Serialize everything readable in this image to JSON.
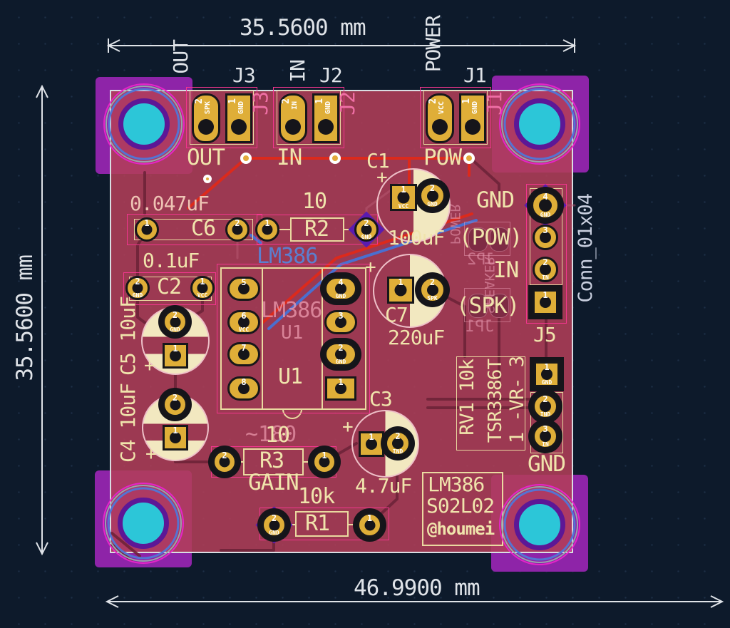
{
  "dimensions": {
    "top": "35.5600 mm",
    "left": "35.5600 mm",
    "bottom": "46.9900 mm"
  },
  "header": {
    "out": "OUT",
    "j3": "J3",
    "in": "IN",
    "j2": "J2",
    "power": "POWER",
    "j1": "J1"
  },
  "net_row": {
    "out": "OUT",
    "in": "IN",
    "pow": "POW"
  },
  "j3": {
    "pad2_num": "2",
    "pad2_net": "SPK",
    "pad1_num": "1",
    "pad1_net": "GND",
    "ref": "J3"
  },
  "j2": {
    "pad2_num": "2",
    "pad2_net": "IN",
    "pad1_num": "1",
    "pad1_net": "GND",
    "ref": "J2"
  },
  "j1": {
    "pad2_num": "2",
    "pad2_net": "VCC",
    "pad1_num": "1",
    "pad1_net": "GND",
    "ref": "J1"
  },
  "c6": {
    "ref": "C6",
    "value": "0.047uF",
    "pad1_num": "1",
    "pad2_num": "2"
  },
  "r2": {
    "ref": "R2",
    "value": "10",
    "pad1_num": "1",
    "pad2_num": "2",
    "pad2_net": "GND"
  },
  "c2": {
    "ref": "C2",
    "value": "0.1uF",
    "pad2_num": "2",
    "pad2_net": "GND",
    "pad1_num": "1",
    "pad1_net": "VCC"
  },
  "c1": {
    "ref": "C1",
    "value": "100uF",
    "plus": "+",
    "pad1_num": "1",
    "pad1_net": "VCC",
    "pad2_num": "2",
    "pad2_net": "GND"
  },
  "c7": {
    "ref": "C7",
    "value": "220uF",
    "plus": "+",
    "pad1_num": "1",
    "pad2_num": "2",
    "pad2_net": "SPK"
  },
  "u1": {
    "ref": "U1",
    "value": "LM386",
    "fab_value": "LM386",
    "fab_ref": "U1",
    "pads_left": [
      {
        "num": "5",
        "net": ""
      },
      {
        "num": "6",
        "net": "VCC"
      },
      {
        "num": "7",
        "net": ""
      },
      {
        "num": "8",
        "net": ""
      }
    ],
    "pads_right": [
      {
        "num": "4",
        "net": "GND"
      },
      {
        "num": "3",
        "net": ""
      },
      {
        "num": "2",
        "net": "GND"
      },
      {
        "num": "1",
        "net": ""
      }
    ]
  },
  "c5": {
    "label": "C5 10uF",
    "plus": "+",
    "pad2_num": "2",
    "pad2_net": "GND",
    "pad1_num": "1"
  },
  "c4": {
    "label": "C4 10uF",
    "plus": "+",
    "pad2_num": "2",
    "pad1_num": "1"
  },
  "r3": {
    "ref": "R3",
    "value": "10",
    "back_value": "~180",
    "gain": "GAIN",
    "pad2_num": "2",
    "pad1_num": "1"
  },
  "c3": {
    "ref": "C3",
    "value": "4.7uF",
    "plus": "+",
    "pad1_num": "1",
    "pad2_num": "2",
    "pad2_net": "IND"
  },
  "rv1": {
    "ref_value": "RV1  10k",
    "part": "TSR3386T",
    "pins": "1 -VR- 3",
    "pad1_num": "1",
    "pad1_net": "GND",
    "pad2_num": "2",
    "pad2_net": "IND",
    "pad3_num": "3",
    "pad3_net": "IN",
    "gnd_label": "GND"
  },
  "r1": {
    "ref": "R1",
    "value": "10k",
    "pad2_num": "2",
    "pad2_net": "GND",
    "pad1_num": "1"
  },
  "j5": {
    "ref": "J5",
    "footprint": "Conn_01x04",
    "pad4_num": "4",
    "pad4_net": "GND",
    "pad3_num": "3",
    "pad2_num": "2",
    "pad2_net": "IN",
    "pad1_num": "1"
  },
  "net_labels": {
    "gnd": "GND",
    "pow": "(POW)",
    "in": "IN",
    "spk": "(SPK)"
  },
  "ghosts": {
    "jp2": "JP2",
    "jp1": "JP1",
    "power": "POWER",
    "speaker": "SPEAKER"
  },
  "title_block": {
    "line1": "LM386",
    "line2": "S02L02",
    "line3": "@houmei"
  },
  "colors": {
    "board": "#9a3950",
    "pad": "#dfae38",
    "silk_front": "#f0e4ac",
    "silk_back": "#ef6fa5",
    "courtyard": "#f2368e",
    "trace_red": "#dc2a1c",
    "trace_blue": "#4a6fd0",
    "hole_cyan": "#2cc6d8",
    "mount_purple": "#8e24a8",
    "dim_white": "#dfe3e8"
  }
}
